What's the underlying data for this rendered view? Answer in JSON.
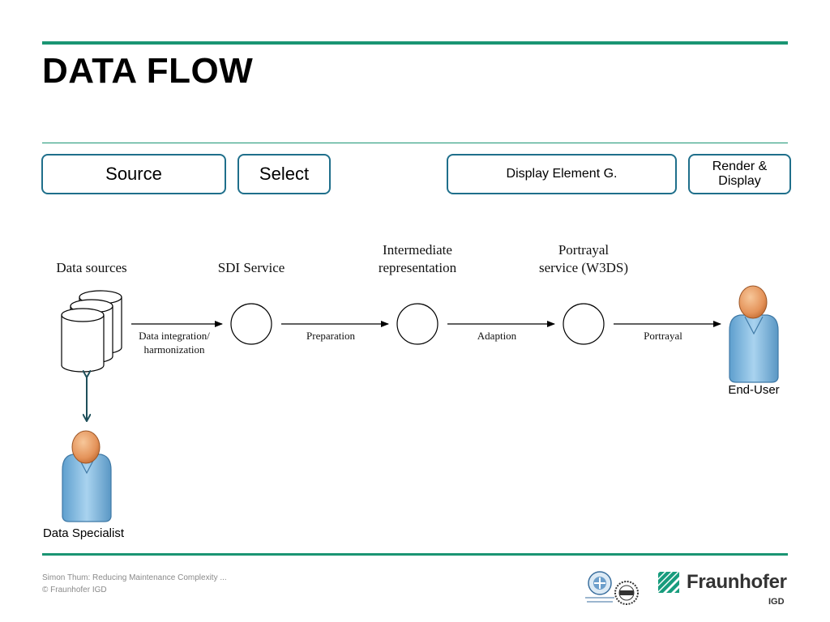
{
  "slide": {
    "title": "DATA FLOW"
  },
  "stages": [
    {
      "id": "source",
      "label": "Source"
    },
    {
      "id": "select",
      "label": "Select"
    },
    {
      "id": "display-element",
      "label": "Display Element G."
    },
    {
      "id": "render",
      "label_line1": "Render &",
      "label_line2": "Display"
    }
  ],
  "flow": {
    "nodes": {
      "data_sources": "Data sources",
      "sdi_service": "SDI Service",
      "intermediate_line1": "Intermediate",
      "intermediate_line2": "representation",
      "portrayal_line1": "Portrayal",
      "portrayal_line2": "service (W3DS)"
    },
    "edges": {
      "integration_line1": "Data integration/",
      "integration_line2": "harmonization",
      "preparation": "Preparation",
      "adaption": "Adaption",
      "portrayal": "Portrayal"
    },
    "actors": {
      "end_user": "End-User",
      "data_specialist": "Data Specialist"
    }
  },
  "footer": {
    "line1": "Simon Thum: Reducing Maintenance Complexity ...",
    "line2": "© Fraunhofer IGD"
  },
  "brand": {
    "name": "Fraunhofer",
    "sub": "IGD"
  },
  "colors": {
    "accent_green": "#1a9573",
    "box_border": "#1f6f8b",
    "arrow_dark": "#1e4f5a"
  }
}
